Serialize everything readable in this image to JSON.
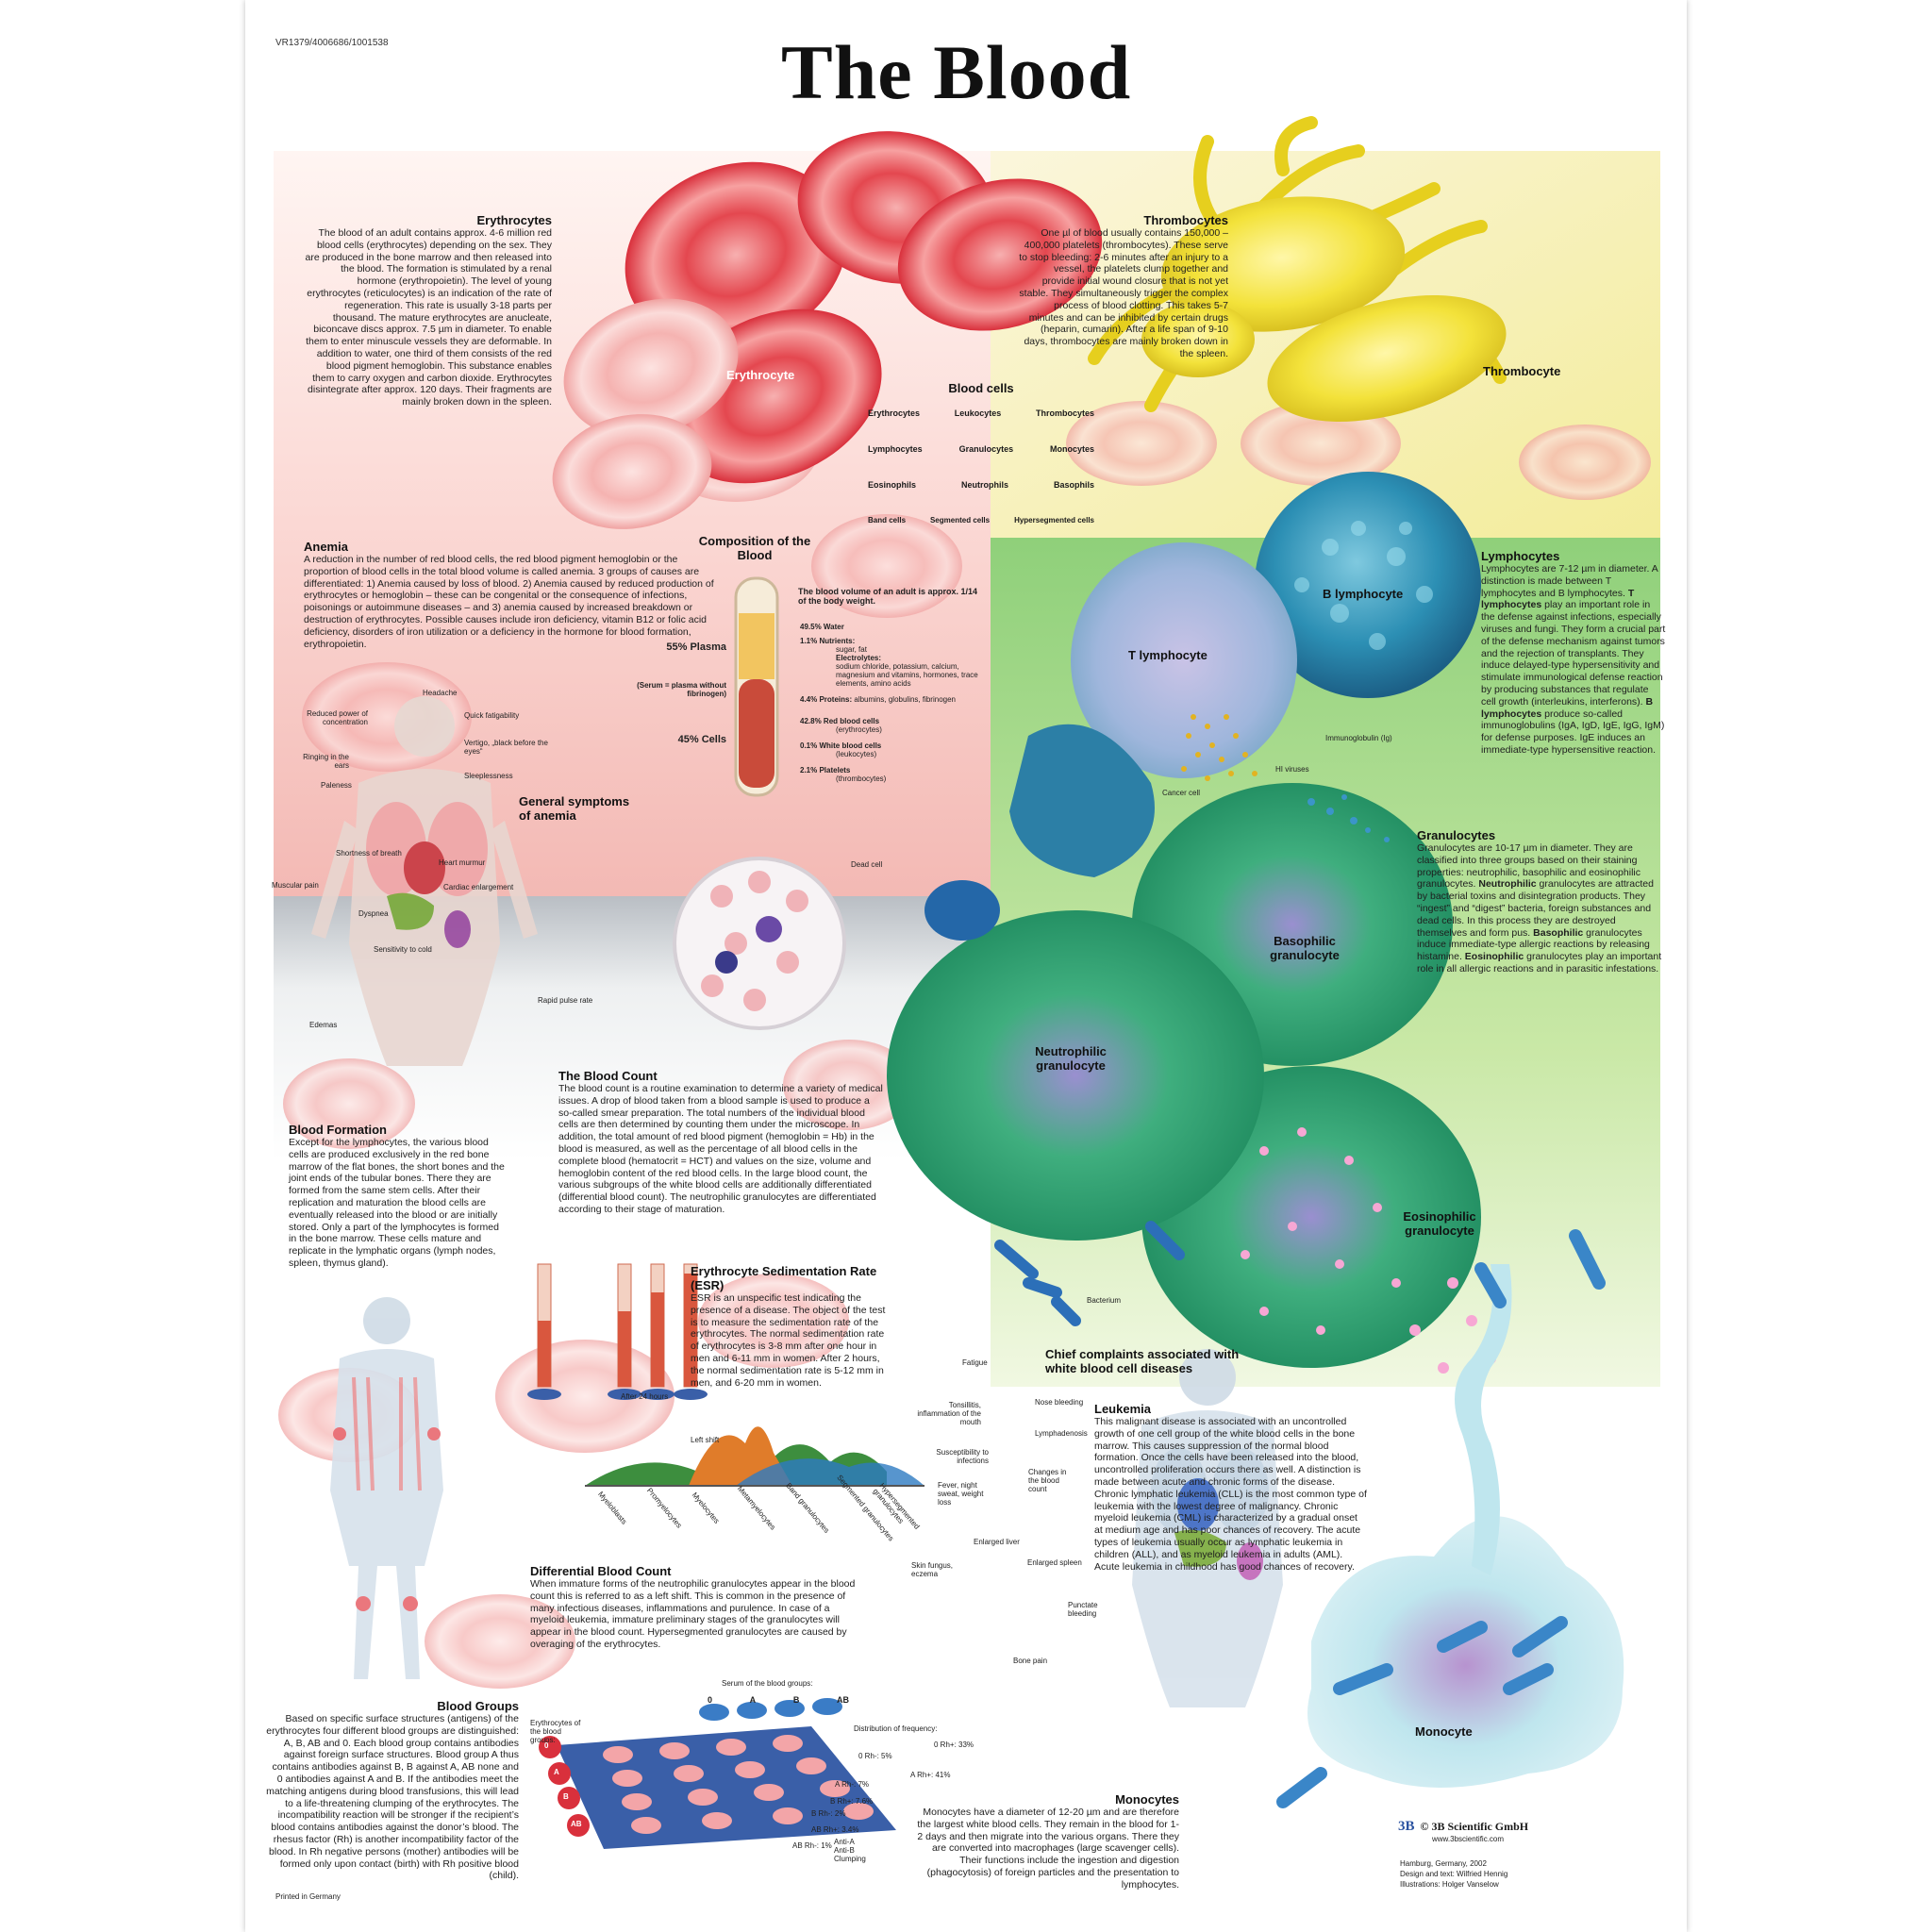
{
  "poster": {
    "code": "VR1379/4006686/1001538",
    "title": "The Blood",
    "printed": "Printed in Germany"
  },
  "erythrocytes": {
    "heading": "Erythrocytes",
    "text": "The blood of an adult contains approx. 4-6 million red blood cells (erythrocytes) depending on the sex. They are produced in the bone marrow and then released into the blood. The formation is stimulated by a renal hormone (erythropoietin). The level of young erythrocytes (reticulocytes) is an indication of the rate of regeneration. This rate is usually 3-18 parts per thousand. The mature erythrocytes are anucleate, biconcave discs approx. 7.5 µm in diameter. To enable them to enter minuscule vessels they are deformable. In addition to water, one third of them consists of the red blood pigment hemoglobin. This substance enables them to carry oxygen and carbon dioxide. Erythrocytes disintegrate after approx. 120 days. Their fragments are mainly broken down in the spleen.",
    "cell_label": "Erythrocyte"
  },
  "thrombocytes": {
    "heading": "Thrombocytes",
    "text": "One µl of blood usually contains 150,000 – 400,000 platelets (thrombocytes). These serve to stop bleeding: 2-6 minutes after an injury to a vessel, the platelets clump together and provide initial wound closure that is not yet stable. They simultaneously trigger the complex process of blood clotting. This takes 5-7 minutes and can be inhibited by certain drugs (heparin, cumarin). After a life span of 9-10 days, thrombocytes are mainly broken down in the spleen.",
    "cell_label": "Thrombocyte"
  },
  "blood_cells_tree": {
    "title": "Blood cells",
    "row1": [
      "Erythrocytes",
      "Leukocytes",
      "Thrombocytes"
    ],
    "row2": [
      "Lymphocytes",
      "Granulocytes",
      "Monocytes"
    ],
    "row3": [
      "Eosinophils",
      "Neutrophils",
      "Basophils"
    ],
    "row4": [
      "Band cells",
      "Segmented cells",
      "Hypersegmented cells"
    ]
  },
  "anemia": {
    "heading": "Anemia",
    "text": "A reduction in the number of red blood cells, the red blood pigment hemoglobin or the proportion of blood cells in the total blood volume is called anemia. 3 groups of causes are differentiated: 1) Anemia caused by loss of blood. 2) Anemia caused by reduced production of erythrocytes or hemoglobin – these can be congenital or the consequence of infections, poisonings or autoimmune diseases – and 3) anemia caused by increased breakdown or destruction of erythrocytes. Possible causes include iron deficiency, vitamin B12 or folic acid deficiency, disorders of iron utilization or a deficiency in the hormone for blood formation, erythropoietin."
  },
  "composition": {
    "heading": "Composition of the Blood",
    "volume_note": "The blood volume of an adult is approx. 1/14 of the body weight.",
    "plasma": "55% Plasma",
    "serum": "(Serum = plasma without fibrinogen)",
    "cells": "45% Cells",
    "items": [
      {
        "pct": "49.5%",
        "label": "Water",
        "sub": ""
      },
      {
        "pct": "1.1%",
        "label": "Nutrients:",
        "sub": "sugar, fat"
      },
      {
        "pct": "",
        "label": "Electrolytes:",
        "sub": "sodium chloride, potassium, calcium, magnesium and vitamins, hormones, trace elements, amino acids"
      },
      {
        "pct": "4.4%",
        "label": "Proteins:",
        "sub": "albumins, globulins, fibrinogen"
      },
      {
        "pct": "42.8%",
        "label": "Red blood cells",
        "sub": "(erythrocytes)"
      },
      {
        "pct": "0.1%",
        "label": "White blood cells",
        "sub": "(leukocytes)"
      },
      {
        "pct": "2.1%",
        "label": "Platelets",
        "sub": "(thrombocytes)"
      }
    ]
  },
  "anemia_symptoms": {
    "heading": "General symptoms of anemia",
    "labels": [
      "Headache",
      "Reduced power of concentration",
      "Quick fatigability",
      "Vertigo, „black before the eyes“",
      "Ringing in the ears",
      "Sleeplessness",
      "Paleness",
      "Shortness of breath",
      "Heart murmur",
      "Muscular pain",
      "Cardiac enlargement",
      "Dyspnea",
      "Sensitivity to cold",
      "Rapid pulse rate",
      "Edemas"
    ]
  },
  "lymphocytes": {
    "heading": "Lymphocytes",
    "text1": "Lymphocytes are 7-12 µm in diameter. A distinction is made between T lymphocytes and B lymphocytes.",
    "t_bold": "T lymphocytes",
    "text2": " play an important role in the defense against infections, especially viruses and fungi. They form a crucial part of the defense mechanism against tumors and the rejection of transplants. They induce delayed-type hypersensitivity and stimulate immunological defense reaction by producing substances that regulate cell growth (interleukins, interferons).",
    "b_bold": "B lymphocytes",
    "text3": " produce so-called immunoglobulins (IgA, IgD, IgE, IgG, IgM) for defense purposes. IgE induces an immediate-type hypersensitive reaction.",
    "labels": {
      "t": "T lymphocyte",
      "b": "B lymphocyte",
      "ig": "Immunoglobulin (Ig)",
      "hiv": "HI viruses",
      "cancer": "Cancer cell",
      "dead": "Dead cell"
    }
  },
  "granulocytes": {
    "heading": "Granulocytes",
    "text1": "Granulocytes are 10-17 µm in diameter. They are classified into three groups based on their staining properties: neutrophilic, basophilic and eosinophilic granulocytes.",
    "n_bold": "Neutrophilic",
    "text2": " granulocytes are attracted by bacterial toxins and disintegration products. They “ingest” and “digest” bacteria, foreign substances and dead cells. In this process they are destroyed themselves and form pus.",
    "b_bold": "Basophilic",
    "text3": " granulocytes induce immediate-type allergic reactions by releasing histamine.",
    "e_bold": "Eosinophilic",
    "text4": " granulocytes play an important role in all allergic reactions and in parasitic infestations.",
    "labels": {
      "basophilic": "Basophilic granulocyte",
      "neutrophilic": "Neutrophilic granulocyte",
      "eosinophilic": "Eosinophilic granulocyte",
      "bacterium": "Bacterium"
    }
  },
  "blood_count": {
    "heading": "The Blood Count",
    "text": "The blood count is a routine examination to determine a variety of medical issues. A drop of blood taken from a blood sample is used to produce a so-called smear preparation. The total numbers of the individual blood cells are then determined by counting them under the microscope. In addition, the total amount of red blood pigment (hemoglobin = Hb) in the blood is measured, as well as the percentage of all blood cells in the complete blood (hematocrit = HCT) and values on the size, volume and hemoglobin content of the red blood cells. In the large blood count, the various subgroups of the white blood cells are additionally differentiated (differential blood count). The neutrophilic granulocytes are differentiated according to their stage of maturation."
  },
  "blood_formation": {
    "heading": "Blood Formation",
    "text": "Except for the lymphocytes, the various blood cells are produced exclusively in the red bone marrow of the flat bones, the short bones and the joint ends of the tubular bones. There they are formed from the same stem cells. After their replication and maturation the blood cells are eventually released into the blood or are initially stored. Only a part of the lymphocytes is formed in the bone marrow. These cells mature and replicate in the lymphatic organs (lymph nodes, spleen, thymus gland)."
  },
  "esr": {
    "heading": "Erythrocyte Sedimentation Rate (ESR)",
    "text": "ESR is an unspecific test indicating the presence of a disease. The object of the test is to measure the sedimentation rate of the erythrocytes. The normal sedimentation rate of erythrocytes is 3-8 mm after one hour in men and 6-11 mm in women. After 2 hours, the normal sedimentation rate is 5-12 mm in men, and 6-20 mm in women.",
    "caption": "After 24 hours"
  },
  "differential": {
    "heading": "Differential Blood Count",
    "text": "When immature forms of the neutrophilic granulocytes appear in the blood count this is referred to as a left shift. This is common in the presence of many infectious diseases, inflammations and purulence. In case of a myeloid leukemia, immature preliminary stages of the granulocytes will appear in the blood count. Hypersegmented granulocytes are caused by overaging of the erythrocytes.",
    "left_shift": "Left shift",
    "stages": [
      "Myeloblasts",
      "Promyelocytes",
      "Myelocytes",
      "Metamyelocytes",
      "Band granulocytes",
      "Segmented granulocytes",
      "Hypersegmented granulocytes"
    ]
  },
  "complaints": {
    "heading": "Chief complaints associated with white blood cell diseases",
    "labels": [
      "Fatigue",
      "Nose bleeding",
      "Tonsillitis, inflammation of the mouth",
      "Lymphadenosis",
      "Susceptibility to infections",
      "Changes in the blood count",
      "Fever, night sweat, weight loss",
      "Enlarged liver",
      "Enlarged spleen",
      "Skin fungus, eczema",
      "Punctate bleeding",
      "Bone pain"
    ]
  },
  "leukemia": {
    "heading": "Leukemia",
    "text": "This malignant disease is associated with an uncontrolled growth of one cell group of the white blood cells in the bone marrow. This causes suppression of the normal blood formation. Once the cells have been released into the blood, uncontrolled proliferation occurs there as well. A distinction is made between acute and chronic forms of the disease. Chronic lymphatic leukemia (CLL) is the most common type of leukemia with the lowest degree of malignancy. Chronic myeloid leukemia (CML) is characterized by a gradual onset at medium age and has poor chances of recovery. The acute types of leukemia usually occur as lymphatic leukemia in children (ALL), and as myeloid leukemia in adults (AML). Acute leukemia in childhood has good chances of recovery."
  },
  "blood_groups": {
    "heading": "Blood Groups",
    "text": "Based on specific surface structures (antigens) of the erythrocytes four different blood groups are distinguished: A, B, AB and 0. Each blood group contains antibodies against foreign surface structures. Blood group A thus contains antibodies against B, B against A, AB none and 0 antibodies against A and B. If the antibodies meet the matching antigens during blood transfusions, this will lead to a life-threatening clumping of the erythrocytes. The incompatibility reaction will be stronger if the recipient’s blood contains antibodies against the donor’s blood. The rhesus factor (Rh) is another incompatibility factor of the blood. In Rh negative persons (mother) antibodies will be formed only upon contact (birth) with Rh positive blood (child).",
    "serum_label": "Serum of the blood groups:",
    "serum_groups": [
      "0",
      "A",
      "B",
      "AB"
    ],
    "ery_label": "Erythrocytes of the blood groups:",
    "row_labels": [
      "0",
      "A",
      "B",
      "AB"
    ],
    "dist_label": "Distribution of frequency:",
    "dist": [
      "0 Rh+: 33%",
      "0 Rh-: 5%",
      "A Rh+: 41%",
      "A Rh-: 7%",
      "B Rh+: 7.6%",
      "B Rh-: 2%",
      "AB Rh+: 3.4%",
      "AB Rh-: 1%"
    ],
    "legend": [
      "Anti-A",
      "Anti-B",
      "Clumping"
    ]
  },
  "monocytes": {
    "heading": "Monocytes",
    "text": "Monocytes have a diameter of 12-20 µm and are therefore the largest white blood cells. They remain in the blood for 1-2 days and then migrate into the various organs. There they are converted into macrophages (large scavenger cells). Their functions include the ingestion and digestion (phagocytosis) of foreign particles and the presentation to lymphocytes.",
    "cell_label": "Monocyte"
  },
  "publisher": {
    "logo": "3B",
    "name": "© 3B Scientific GmbH",
    "url": "www.3bscientific.com",
    "place": "Hamburg, Germany, 2002",
    "design": "Design and text:  Wilfried Hennig",
    "illus": "Illustrations: Holger Vanselow"
  },
  "colors": {
    "red": "#d8283a",
    "green": "#5cbf6a",
    "yellow": "#f4e33a",
    "blue": "#2f78b8"
  }
}
